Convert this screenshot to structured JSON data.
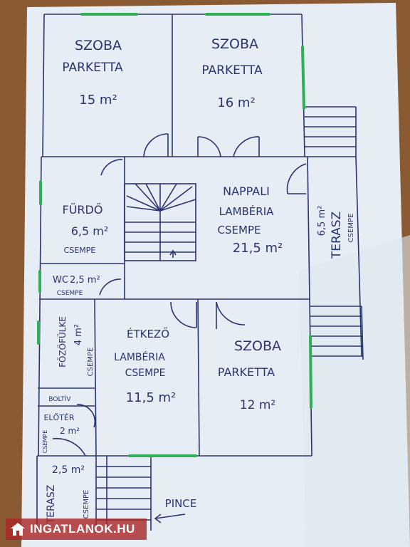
{
  "rooms": {
    "room_top_left": {
      "name": "SZOBA",
      "floor": "PARKETTA",
      "area": "15 m²"
    },
    "room_top_right": {
      "name": "SZOBA",
      "floor": "PARKETTA",
      "area": "16 m²"
    },
    "bathroom": {
      "name": "FÜRDŐ",
      "area": "6,5 m²",
      "floor": "CSEMPE"
    },
    "wc": {
      "name": "WC",
      "area": "2,5 m²",
      "floor": "CSEMPE"
    },
    "living_room": {
      "name": "NAPPALI",
      "floor1": "LAMBÉRIA",
      "floor2": "CSEMPE",
      "area": "21,5 m²"
    },
    "terrace_right": {
      "area": "6,5 m²",
      "name": "TERASZ",
      "floor": "CSEMPE"
    },
    "kitchen_nook": {
      "name": "FŐZŐFÜLKE",
      "area": "4 m²",
      "floor": "CSEMPE"
    },
    "dining": {
      "name": "ÉTKEZŐ",
      "floor1": "LAMBÉRIA",
      "floor2": "CSEMPE",
      "area": "11,5 m²"
    },
    "room_bottom_right": {
      "name": "SZOBA",
      "floor": "PARKETTA",
      "area": "12 m²"
    },
    "arch": {
      "name": "BOLTÍV"
    },
    "hall": {
      "name": "ELŐTÉR",
      "area": "2 m²",
      "floor": "CSEMPE"
    },
    "terrace_left": {
      "area": "2,5 m²",
      "name": "TERASZ",
      "floor": "CSEMPE"
    }
  },
  "cellar_label": "PINCE",
  "watermark": {
    "text": "INGATLANOK.HU",
    "color": "#b22a2a"
  },
  "colors": {
    "ink": "#2a3470",
    "window": "#2fae55",
    "paper": "#e9f0f6",
    "table": "#8a5a33"
  }
}
